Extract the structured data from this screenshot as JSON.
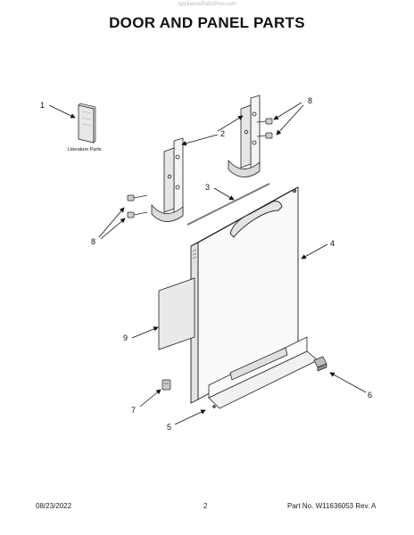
{
  "watermark": "AppliancePartsPros.com",
  "title": "DOOR AND PANEL PARTS",
  "literature_label": "Literature Parts",
  "callouts": [
    "1",
    "2",
    "3",
    "4",
    "5",
    "6",
    "7",
    "8",
    "8",
    "9"
  ],
  "footer": {
    "date": "08/23/2022",
    "page_number": "2",
    "part_info": "Part No. W11636053  Rev. A"
  }
}
